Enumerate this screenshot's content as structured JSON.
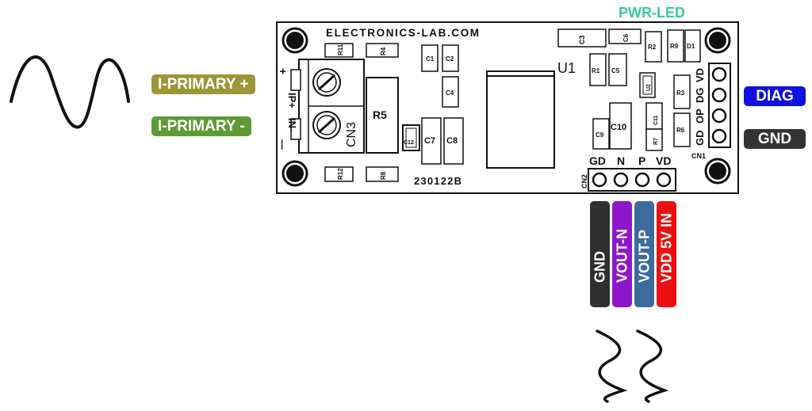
{
  "board": {
    "site": "ELECTRONICS-LAB.COM",
    "code": "230122B",
    "ic": "U1",
    "pwr_led_label": "PWR-LED",
    "terminal": {
      "name": "CN3",
      "pin_top": "IP+",
      "pin_top_sign": "+",
      "pin_bottom": "IN-",
      "pin_bottom_sign": "—"
    },
    "connector_cn1": {
      "name": "CN1",
      "pins": [
        "VD",
        "DG",
        "OP",
        "GD"
      ]
    },
    "connector_cn2": {
      "name": "CN2",
      "pins": [
        "GD",
        "N",
        "P",
        "VD"
      ]
    },
    "components": {
      "R11": "R11",
      "R4": "R4",
      "C1": "C1",
      "C2": "C2",
      "C4": "C4",
      "R5": "R5",
      "C12": "C12",
      "C7": "C7",
      "C8": "C8",
      "R12": "R12",
      "R8": "R8",
      "C3": "C3",
      "C6": "C6",
      "R2": "R2",
      "R9": "R9",
      "D1": "D1",
      "R1": "R1",
      "C5": "C5",
      "U2": "U2",
      "R3": "R3",
      "C10": "C10",
      "C11": "C11",
      "C9": "C9",
      "R7": "R7",
      "R6": "R6"
    }
  },
  "labels": {
    "primary_plus": {
      "text": "I-PRIMARY +",
      "color": "#9B9637"
    },
    "primary_minus": {
      "text": "I-PRIMARY -",
      "color": "#5E9A36"
    },
    "diag": {
      "text": "DIAG",
      "color": "#1010E0"
    },
    "gnd_right": {
      "text": "GND",
      "color": "#333333"
    },
    "wires": [
      {
        "text": "GND",
        "color": "#2F2F2F"
      },
      {
        "text": "VOUT-N",
        "color": "#8E18C9"
      },
      {
        "text": "VOUT-P",
        "color": "#3C6C9C"
      },
      {
        "text": "VDD 5V IN",
        "color": "#EE1010"
      }
    ]
  },
  "colors": {
    "board_outline": "#111111",
    "pwr_led": "#3BCB9B",
    "silk": "#111111"
  }
}
